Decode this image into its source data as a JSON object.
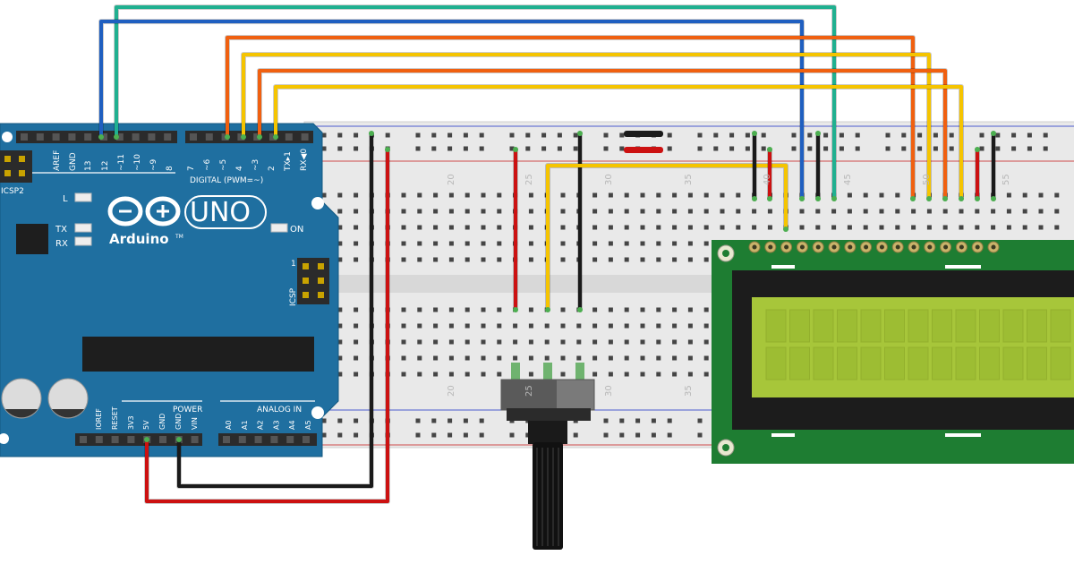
{
  "arduino": {
    "brand": "Arduino",
    "trademark": "TM",
    "model": "UNO",
    "section_digital": "DIGITAL (PWM=~)",
    "section_power": "POWER",
    "section_analog": "ANALOG IN",
    "icsp": "ICSP",
    "icsp2": "ICSP2",
    "icsp_pin1": "1",
    "led_l": "L",
    "led_tx": "TX",
    "led_rx": "RX",
    "led_on": "ON",
    "digital_pins": [
      "AREF",
      "GND",
      "13",
      "12",
      "~11",
      "~10",
      "~9",
      "8",
      "7",
      "~6",
      "~5",
      "4",
      "~3",
      "2",
      "TX▸1",
      "RX◀0"
    ],
    "power_pins": [
      "IOREF",
      "RESET",
      "3V3",
      "5V",
      "GND",
      "GND",
      "VIN"
    ],
    "analog_pins": [
      "A0",
      "A1",
      "A2",
      "A3",
      "A4",
      "A5"
    ],
    "color": "#1f6fa0"
  },
  "breadboard": {
    "column_numbers_top": [
      "20",
      "25",
      "30",
      "35",
      "40",
      "45",
      "50",
      "55"
    ],
    "column_numbers_bottom": [
      "20",
      "25",
      "30",
      "35"
    ]
  },
  "lcd": {
    "type": "16x2 character LCD",
    "pcb_color": "#1e7d32",
    "screen_color": "#a7c63a"
  },
  "wires": {
    "colors": {
      "red": "#cc1111",
      "black": "#1a1a1a",
      "yellow": "#f5c400",
      "orange": "#f06010",
      "blue": "#1f5fc0",
      "teal": "#20b090"
    }
  }
}
